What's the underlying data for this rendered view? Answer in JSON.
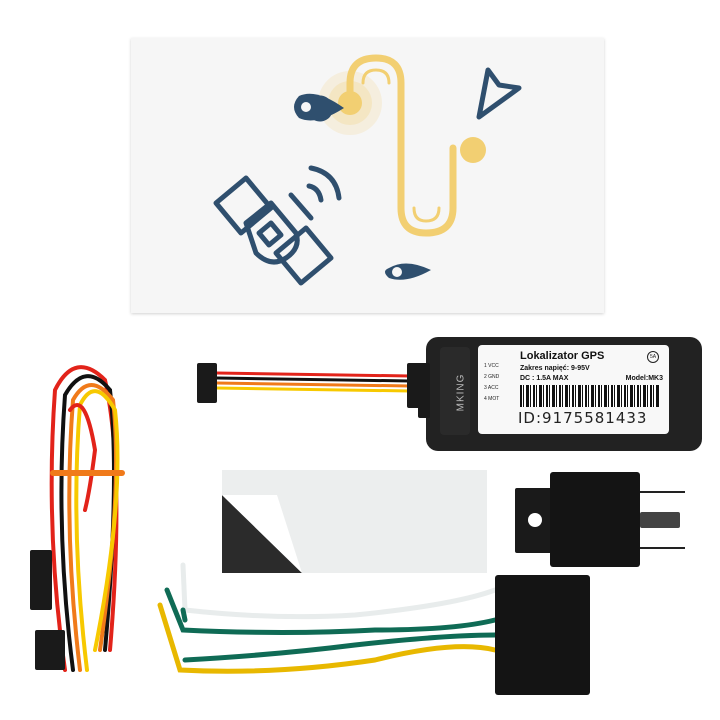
{
  "scene": {
    "type": "product-photo",
    "subject": "GPS tracker kit contents"
  },
  "card": {
    "description": "Illustration card with satellite, route path and location pins",
    "colors": {
      "navy": "#2f4f6e",
      "yellow": "#f2cf72",
      "background": "#f6f6f6"
    }
  },
  "tracker": {
    "brand": "MKING",
    "title": "Lokalizator GPS",
    "voltage_range": "Zakres napięć: 9-95V",
    "current": "DC : 1.5A MAX",
    "model": "Model:MK3",
    "ce_mark": "5A",
    "id": "ID:9175581433",
    "pins": [
      "1 VCC",
      "2 GND",
      "3 ACC",
      "4 MOT"
    ]
  },
  "items": [
    {
      "name": "Wiring harness",
      "wire_colors": [
        "#e2231a",
        "#111111",
        "#f07a1a",
        "#f7c900"
      ]
    },
    {
      "name": "Double-sided adhesive pad"
    },
    {
      "name": "Relay"
    },
    {
      "name": "Relay socket with wires",
      "wire_colors": [
        "#e8ecec",
        "#0f6b55",
        "#e8b800"
      ]
    }
  ]
}
